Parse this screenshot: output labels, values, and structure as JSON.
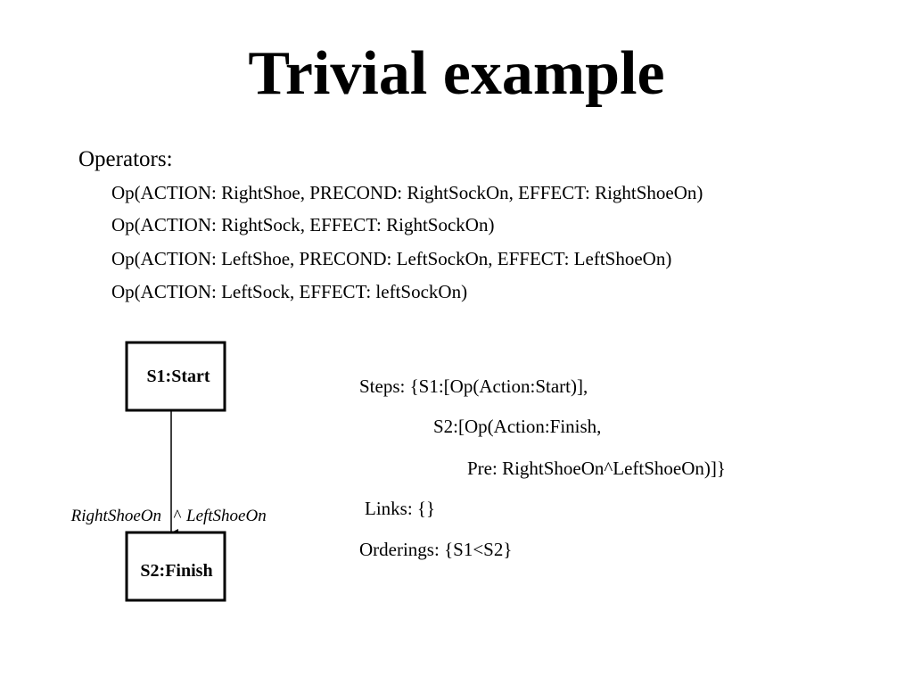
{
  "title": "Trivial example",
  "operators": {
    "heading": "Operators:",
    "items": [
      "Op(ACTION: RightShoe, PRECOND: RightSockOn, EFFECT: RightShoeOn)",
      "Op(ACTION: RightSock, EFFECT: RightSockOn)",
      "Op(ACTION: LeftShoe, PRECOND: LeftSockOn, EFFECT: LeftShoeOn)",
      "Op(ACTION: LeftSock, EFFECT: leftSockOn)"
    ]
  },
  "diagram": {
    "start_step": "S1:Start",
    "finish_step": "S2:Finish",
    "condition_left": "RightShoeOn",
    "condition_connector": "^",
    "condition_right": "LeftShoeOn"
  },
  "plan": {
    "steps_line1": "Steps: {S1:[Op(Action:Start)],",
    "steps_line2": "S2:[Op(Action:Finish,",
    "steps_line3": "Pre: RightShoeOn^LeftShoeOn)]}",
    "links": "Links: {}",
    "orderings": "Orderings: {S1<S2}"
  }
}
